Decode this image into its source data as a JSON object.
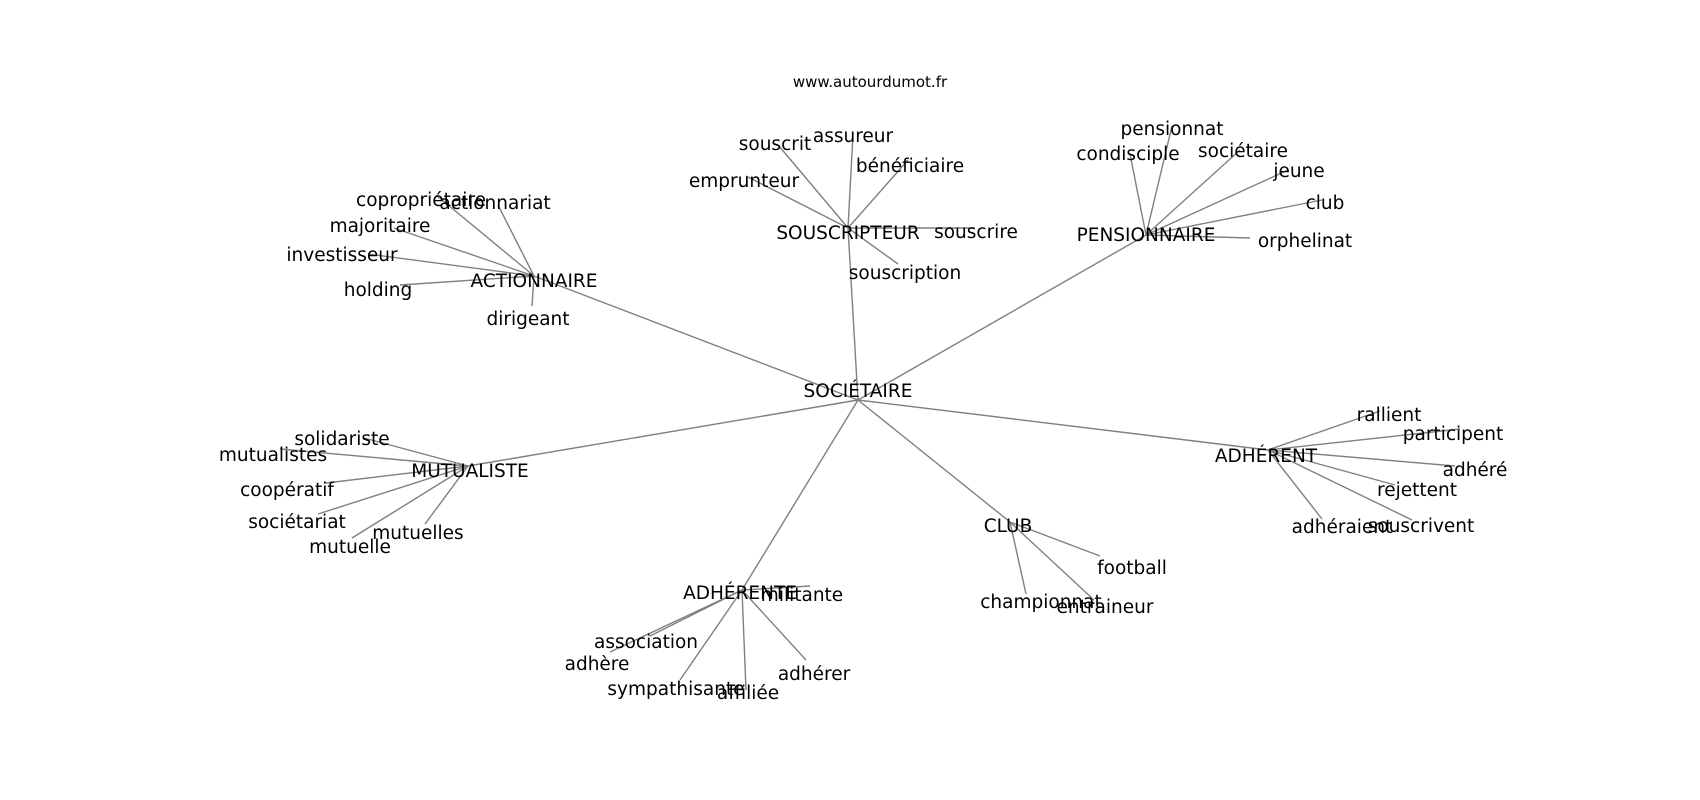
{
  "source_label": "www.autourdumot.fr",
  "center": "SOCIÉTAIRE",
  "colors": {
    "edge": "#808080",
    "text": "#000000",
    "background": "#ffffff"
  },
  "clusters": [
    {
      "id": "souscripteur",
      "hub": "SOUSCRIPTEUR",
      "leaves": [
        "souscrit",
        "assureur",
        "bénéficiaire",
        "emprunteur",
        "souscrire",
        "souscription"
      ]
    },
    {
      "id": "pensionnaire",
      "hub": "PENSIONNAIRE",
      "leaves": [
        "pensionnat",
        "condisciple",
        "sociétaire",
        "jeune",
        "club",
        "orphelinat"
      ]
    },
    {
      "id": "actionnaire",
      "hub": "ACTIONNAIRE",
      "leaves": [
        "copropriétaire",
        "actionnariat",
        "majoritaire",
        "investisseur",
        "holding",
        "dirigeant"
      ]
    },
    {
      "id": "mutualiste",
      "hub": "MUTUALISTE",
      "leaves": [
        "solidariste",
        "mutualistes",
        "coopératif",
        "sociétariat",
        "mutuelles",
        "mutuelle"
      ]
    },
    {
      "id": "adherent",
      "hub": "ADHÉRENT",
      "leaves": [
        "rallient",
        "participent",
        "adhéré",
        "rejettent",
        "adhéraient",
        "souscrivent"
      ]
    },
    {
      "id": "club",
      "hub": "CLUB",
      "leaves": [
        "football",
        "championnat",
        "entraineur"
      ]
    },
    {
      "id": "adherente",
      "hub": "ADHÉRENTE",
      "leaves": [
        "militante",
        "association",
        "adhère",
        "sympathisante",
        "affiliée",
        "adhérer"
      ]
    }
  ]
}
